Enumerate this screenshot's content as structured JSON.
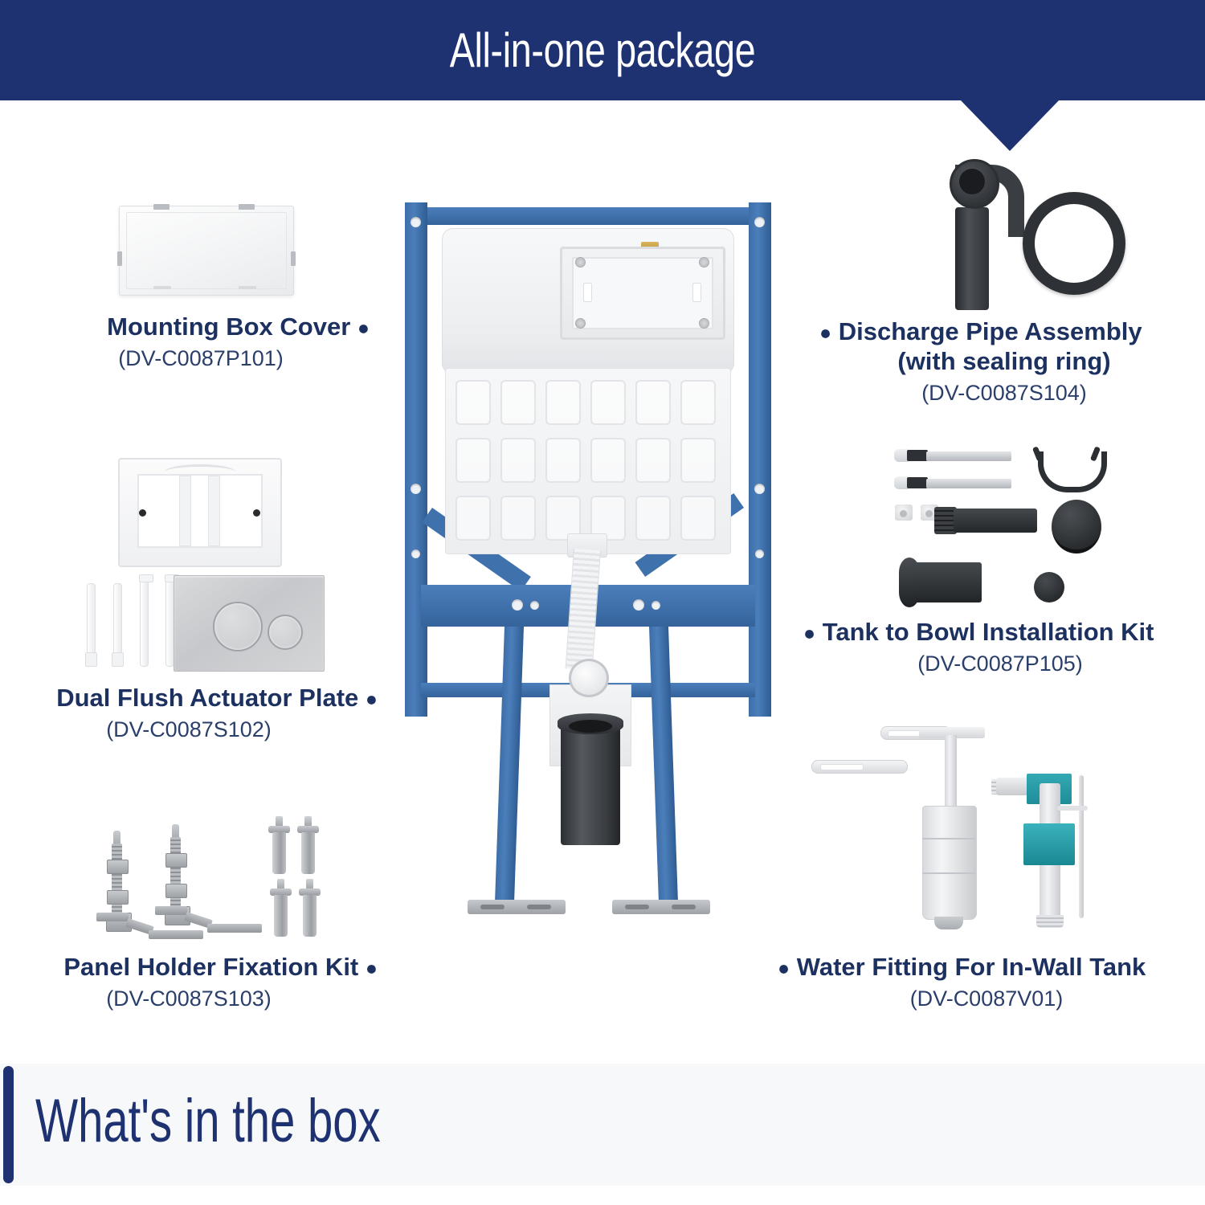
{
  "header": {
    "title": "All-in-one package",
    "band_color": "#1e3170",
    "title_color": "#ffffff"
  },
  "footer": {
    "title": "What's in the box",
    "accent_color": "#1e3170",
    "strip_color": "#f7f8fa"
  },
  "theme": {
    "label_color": "#1d3160",
    "sku_color": "#2b3f6b",
    "frame_blue": "#4b7fbb",
    "teal": "#1d8d99",
    "black_part": "#2e3135"
  },
  "items": [
    {
      "id": "mounting-box-cover",
      "side": "left",
      "bullet": "●",
      "name_lines": [
        "Mounting Box Cover"
      ],
      "sku": "(DV-C0087P101)"
    },
    {
      "id": "dual-flush-actuator-plate",
      "side": "left",
      "bullet": "●",
      "name_lines": [
        "Dual Flush Actuator Plate"
      ],
      "sku": "(DV-C0087S102)"
    },
    {
      "id": "panel-holder-fixation-kit",
      "side": "left",
      "bullet": "●",
      "name_lines": [
        "Panel Holder Fixation Kit"
      ],
      "sku": "(DV-C0087S103)"
    },
    {
      "id": "discharge-pipe-assembly",
      "side": "right",
      "bullet": "●",
      "name_lines": [
        "Discharge Pipe Assembly",
        "(with sealing ring)"
      ],
      "sku": "(DV-C0087S104)"
    },
    {
      "id": "tank-to-bowl-installation-kit",
      "side": "right",
      "bullet": "●",
      "name_lines": [
        "Tank to Bowl Installation Kit"
      ],
      "sku": "(DV-C0087P105)"
    },
    {
      "id": "water-fitting-for-in-wall-tank",
      "side": "right",
      "bullet": "●",
      "name_lines": [
        "Water Fitting For In-Wall Tank"
      ],
      "sku": "(DV-C0087V01)"
    }
  ],
  "labels": {
    "mounting_box_cover": {
      "line1": "Mounting Box Cover",
      "bullet": "●",
      "sku": "(DV-C0087P101)"
    },
    "dual_flush_actuator_plate": {
      "line1": "Dual Flush Actuator Plate",
      "bullet": "●",
      "sku": "(DV-C0087S102)"
    },
    "panel_holder_fixation_kit": {
      "line1": "Panel Holder Fixation Kit",
      "bullet": "●",
      "sku": "(DV-C0087S103)"
    },
    "discharge_pipe_assembly": {
      "bullet": "●",
      "line1": "Discharge Pipe Assembly",
      "line2": "(with sealing ring)",
      "sku": "(DV-C0087S104)"
    },
    "tank_to_bowl_installation_kit": {
      "bullet": "●",
      "line1": "Tank to Bowl Installation Kit",
      "sku": "(DV-C0087P105)"
    },
    "water_fitting_for_in_wall_tank": {
      "bullet": "●",
      "line1": "Water Fitting For In-Wall Tank",
      "sku": "(DV-C0087V01)"
    }
  }
}
